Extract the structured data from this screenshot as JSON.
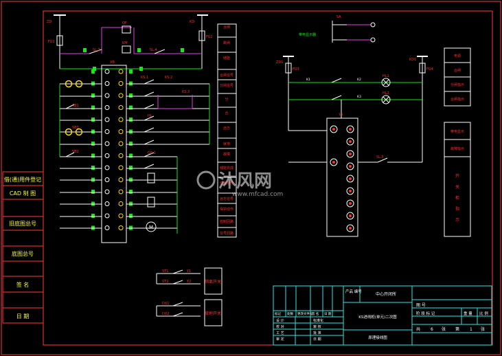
{
  "colors": {
    "background": "#000000",
    "frame": "#ff3b3b",
    "wire_green": "#19e619",
    "wire_white": "#ffffff",
    "wire_magenta": "#e040e0",
    "label_red": "#ff3030",
    "label_yellow": "#ffff33",
    "title_cyan": "#33e6e6",
    "lamp_yellow": "#ffdd00",
    "left_panel_text": "#ffff33"
  },
  "left_panel": {
    "items": [
      "借(通)用件登记",
      "CAD 制 图",
      "旧底图总号",
      "底图总号",
      "签 名",
      "日 期"
    ]
  },
  "left_circuit": {
    "labels": {
      "top_left_supply": "ZD",
      "top_right_supply": "KD",
      "fuse_left": "FU1",
      "fuse_right": "FU2",
      "contact_left": "SL.3",
      "contact_right": "SL.4",
      "terminal_block": "XB",
      "switch_1": "SB1",
      "switch_2": "SB2",
      "switch_3": "SB3",
      "relay_1": "KS.1",
      "relay_2": "KS.2",
      "relay_3": "KS.3",
      "relay_4": "KM",
      "relay_5": "HL",
      "relay_6": "QS.1",
      "relay_7": "QF"
    },
    "right_labels": [
      "合闸",
      "跳闸",
      "储能",
      "合闸信号",
      "分闸信号",
      "分",
      "合",
      "远方",
      "就地",
      "故障",
      "储能完成",
      "位置信号",
      "远方信号",
      "保护动作",
      "控制回路",
      "信号回路"
    ]
  },
  "bottom_circuit": {
    "labels": [
      "ST1",
      "ST2",
      "Y1",
      "Y2",
      "DX1",
      "DX2"
    ],
    "boxes": [
      "隔离开关",
      "接地开关"
    ]
  },
  "right_circuit": {
    "labels": {
      "top_switch": "SA",
      "top_note": "带电显示器",
      "fuse_left": "FU3",
      "fuse_right": "FU4",
      "supply_left": "ZD1",
      "supply_right": "KD1",
      "wire_1": "K1",
      "wire_2": "K2",
      "wire_3": "K3",
      "lamp_1": "HL1",
      "lamp_2": "HL2",
      "module": "Ls",
      "bottom_contact": "SL.5"
    },
    "box_top": [
      "电源",
      "合闸",
      "分闸指示",
      "合闸指示"
    ],
    "box_bottom_top": [
      "带电显示",
      "故障指示"
    ],
    "box_bottom_vertical": [
      "开",
      "关",
      "柜",
      "指",
      "示"
    ]
  },
  "title_block": {
    "product_code_label": "产品\n编号",
    "project_name": "中心开闭所",
    "drawing_title": "KS进线柜(单元)二次图",
    "drawing_name": "原理接线图",
    "drawing_no_label": "图 号",
    "stage_label": "阶 段 标 记",
    "weight_label": "重 量",
    "scale_label": "比 例",
    "sheets_label": "共",
    "sheets_count": "6",
    "sheet_label": "张",
    "sheet_index_label": "第",
    "sheet_index": "1",
    "sheet_label2": "张",
    "rows_left": [
      "标记",
      "处数",
      "更改文件号",
      "签 名",
      "日 期"
    ],
    "rows": [
      {
        "a": "设 计",
        "b": "标准化"
      },
      {
        "a": "校 对",
        "b": "审 核"
      },
      {
        "a": "工 艺",
        "b": "批 准"
      },
      {
        "a": "审 定",
        "b": "日 期"
      }
    ]
  },
  "watermark": {
    "brand": "沐风网",
    "url": "www.mfcad.com"
  }
}
